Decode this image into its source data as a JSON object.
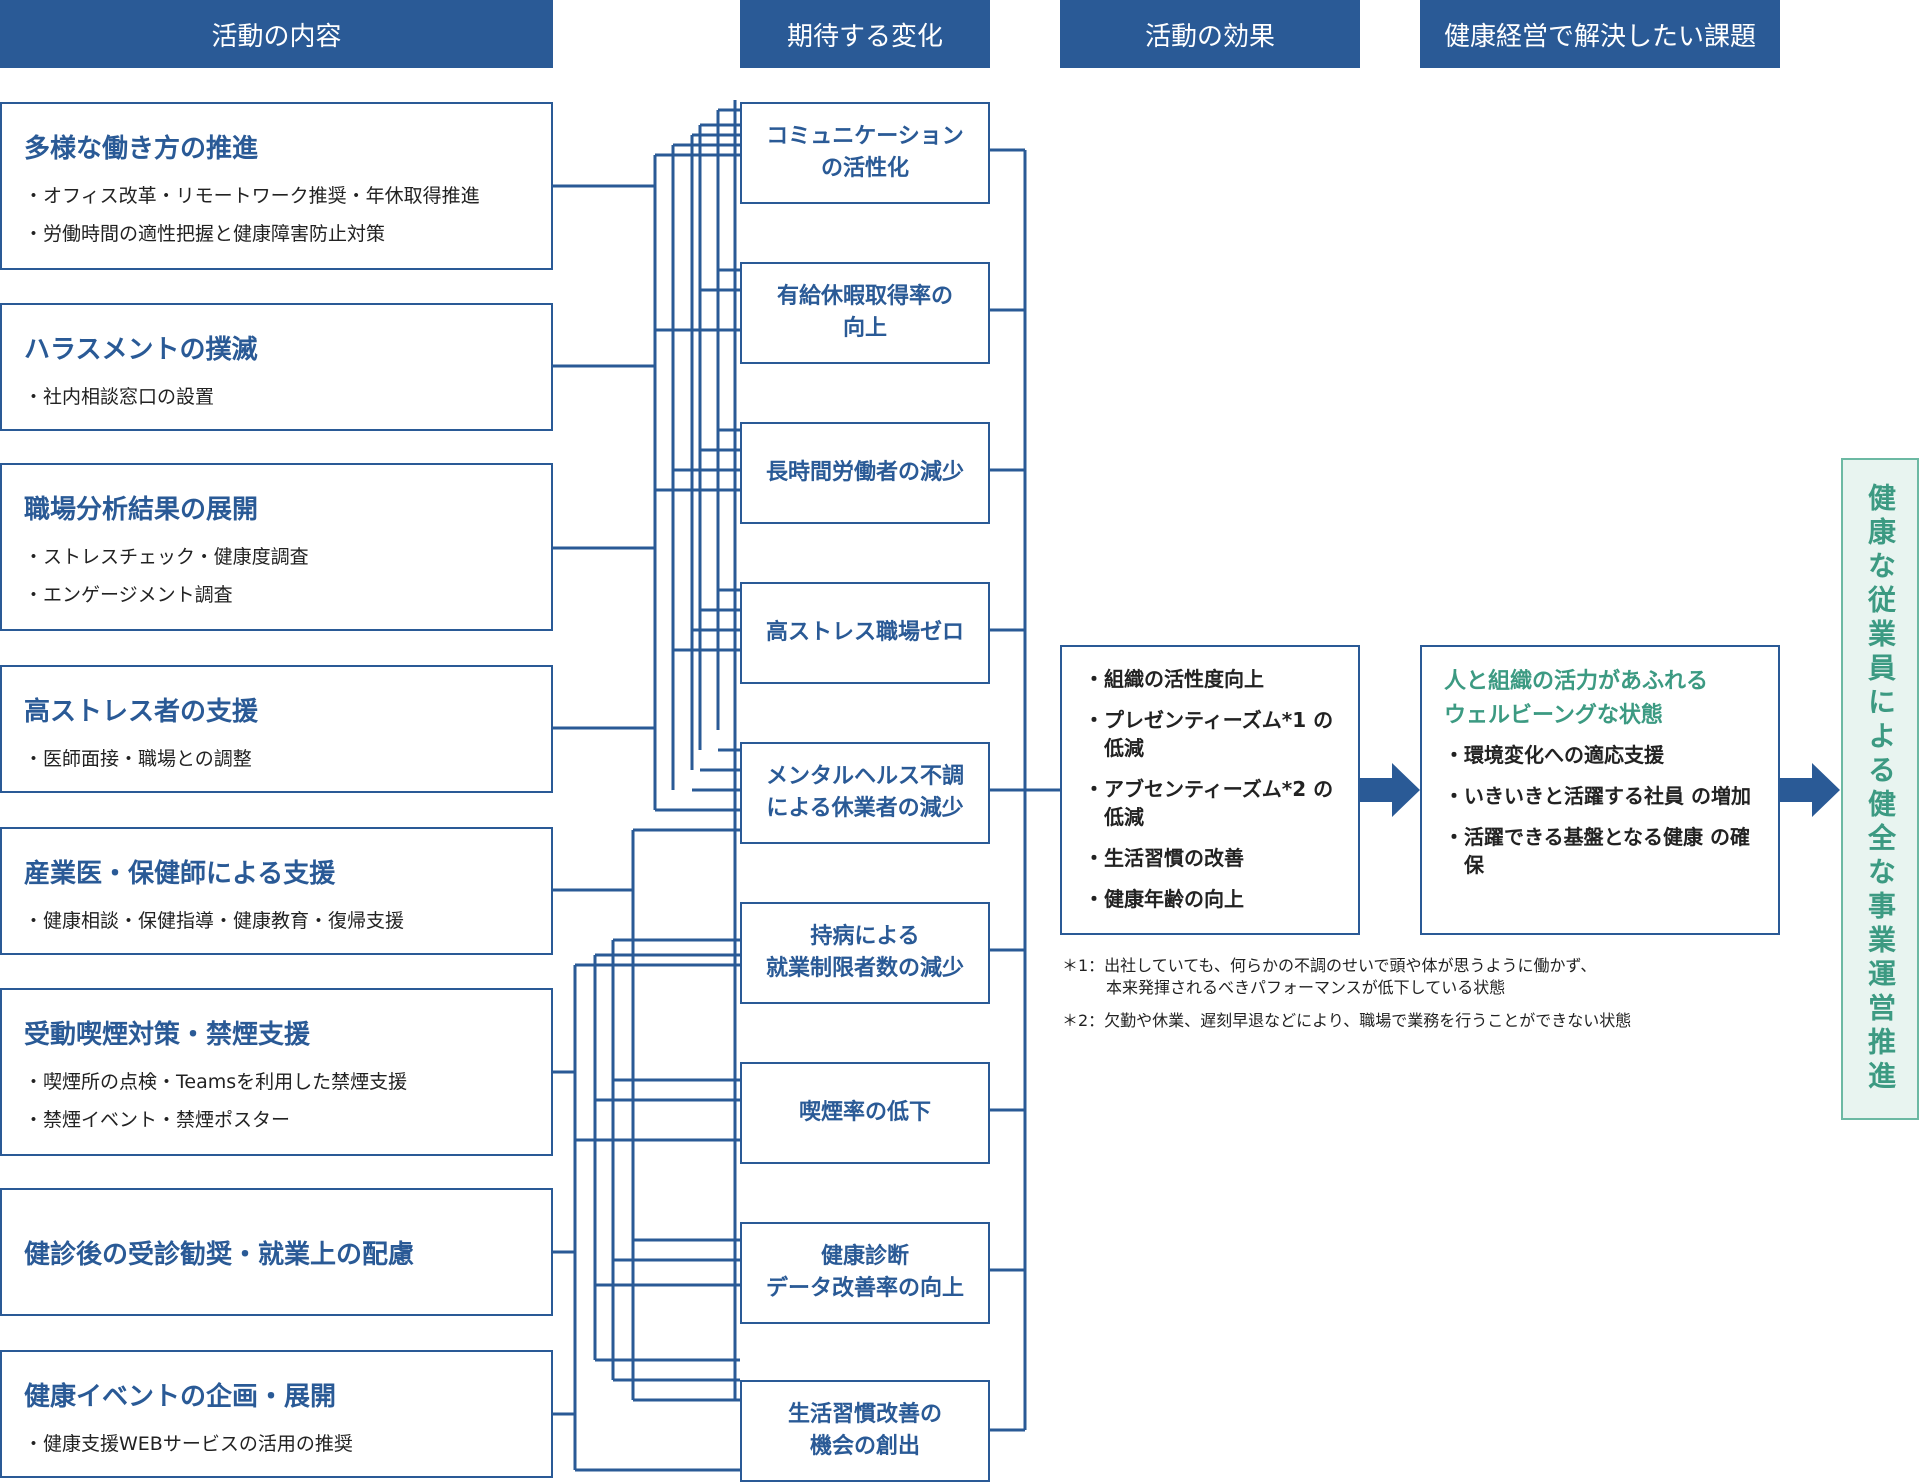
{
  "headers": {
    "activities": "活動の内容",
    "changes": "期待する変化",
    "effects": "活動の効果",
    "issues": "健康経営で解決したい課題"
  },
  "activities": [
    {
      "title": "多様な働き方の推進",
      "items": [
        "・オフィス改革・リモートワーク推奨・年休取得推進",
        "・労働時間の適性把握と健康障害防止対策"
      ]
    },
    {
      "title": "ハラスメントの撲滅",
      "items": [
        "・社内相談窓口の設置"
      ]
    },
    {
      "title": "職場分析結果の展開",
      "items": [
        "・ストレスチェック・健康度調査",
        "・エンゲージメント調査"
      ]
    },
    {
      "title": "高ストレス者の支援",
      "items": [
        "・医師面接・職場との調整"
      ]
    },
    {
      "title": "産業医・保健師による支援",
      "items": [
        "・健康相談・保健指導・健康教育・復帰支援"
      ]
    },
    {
      "title": "受動喫煙対策・禁煙支援",
      "items": [
        "・喫煙所の点検・Teamsを利用した禁煙支援",
        "・禁煙イベント・禁煙ポスター"
      ]
    },
    {
      "title": "健診後の受診勧奨・就業上の配慮",
      "items": []
    },
    {
      "title": "健康イベントの企画・展開",
      "items": [
        "・健康支援WEBサービスの活用の推奨"
      ]
    }
  ],
  "changes": [
    {
      "line1": "コミュニケーション",
      "line2": "の活性化"
    },
    {
      "line1": "有給休暇取得率の",
      "line2": "向上"
    },
    {
      "line1": "長時間労働者の減少",
      "line2": ""
    },
    {
      "line1": "高ストレス職場ゼロ",
      "line2": ""
    },
    {
      "line1": "メンタルヘルス不調",
      "line2": "による休業者の減少"
    },
    {
      "line1": "持病による",
      "line2": "就業制限者数の減少"
    },
    {
      "line1": "喫煙率の低下",
      "line2": ""
    },
    {
      "line1": "健康診断",
      "line2": "データ改善率の向上"
    },
    {
      "line1": "生活習慣改善の",
      "line2": "機会の創出"
    }
  ],
  "effects": {
    "items": [
      "・組織の活性度向上",
      "・プレゼンティーズム*1 の 低減",
      "・アブセンティーズム*2 の低減",
      "・生活習慣の改善",
      "・健康年齢の向上"
    ]
  },
  "issues": {
    "title_line1": "人と組織の活力があふれる",
    "title_line2": "ウェルビーングな状態",
    "items": [
      "・環境変化への適応支援",
      "・いきいきと活躍する社員 の増加",
      "・活躍できる基盤となる健康 の確保"
    ]
  },
  "notes": {
    "note1_line1": "＊1：出社していても、何らかの不調のせいで頭や体が思うように働かず、",
    "note1_line2": "本来発揮されるべきパフォーマンスが低下している状態",
    "note2": "＊2：欠勤や休業、遅刻早退などにより、職場で業務を行うことができない状態"
  },
  "goal": "健康な従業員による健全な事業運営推進",
  "colors": {
    "primary": "#2a5a96",
    "accent": "#3c9a82",
    "goal_bg": "#e8f4f0",
    "goal_border": "#6cb9a3"
  }
}
